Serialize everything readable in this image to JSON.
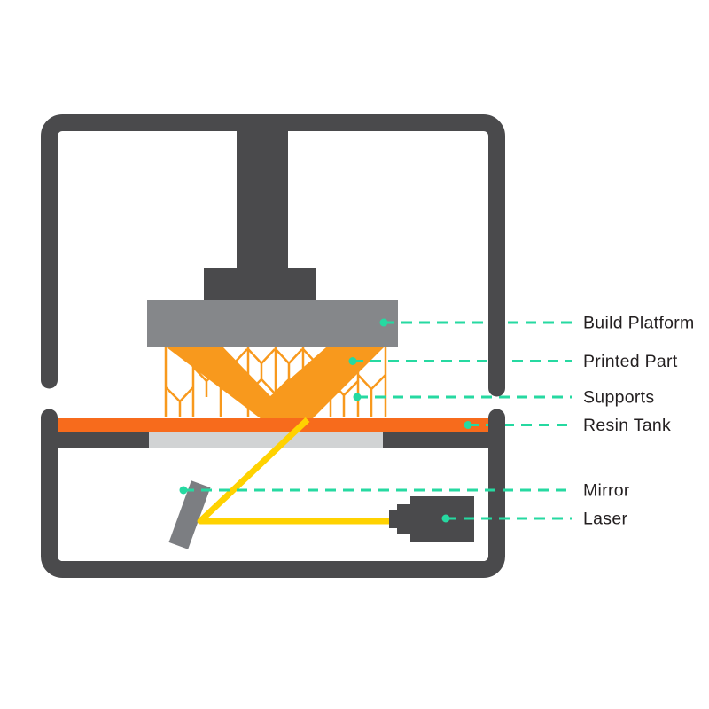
{
  "labels": {
    "build_platform": "Build Platform",
    "printed_part": "Printed Part",
    "supports": "Supports",
    "resin_tank": "Resin Tank",
    "mirror": "Mirror",
    "laser": "Laser"
  },
  "colors": {
    "frame_dark": "#4A4A4C",
    "platform_gray": "#85878A",
    "mirror_gray": "#7C7E82",
    "part_orange": "#F8991D",
    "tank_orange": "#F76B1C",
    "resin_light_gray": "#D1D3D4",
    "laser_yellow": "#FFD200",
    "leader_teal": "#26D9A1",
    "label_text": "#231F20",
    "background": "#FFFFFF"
  }
}
